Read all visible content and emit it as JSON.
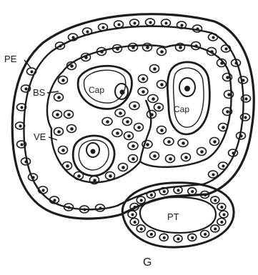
{
  "figure": {
    "labels": {
      "pe": "PE",
      "bs": "BS",
      "ve": "VE",
      "cap_left": "Cap",
      "cap_right": "Cap",
      "pt": "PT",
      "caption": "G"
    },
    "colors": {
      "ink": "#1c1c1c",
      "background": "#ffffff"
    }
  }
}
